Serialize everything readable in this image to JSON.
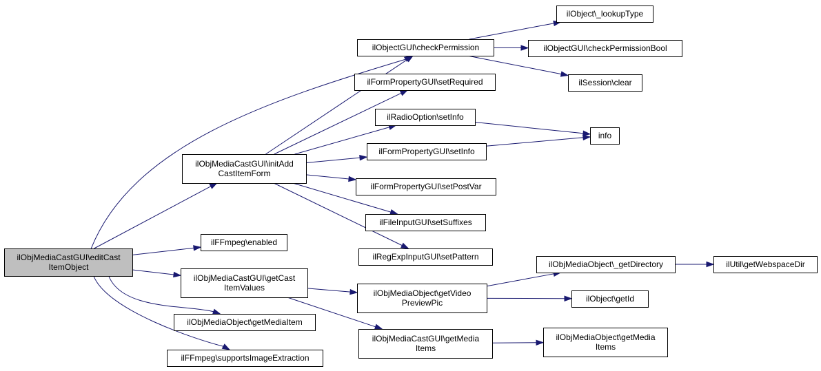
{
  "diagram": {
    "nodes": [
      {
        "id": "root",
        "lines": [
          "ilObjMediaCastGUI\\editCast",
          "ItemObject"
        ],
        "root": true
      },
      {
        "id": "initAdd",
        "lines": [
          "ilObjMediaCastGUI\\initAdd",
          "CastItemForm"
        ]
      },
      {
        "id": "ffEnabled",
        "lines": [
          "ilFFmpeg\\enabled"
        ]
      },
      {
        "id": "getCastItemValues",
        "lines": [
          "ilObjMediaCastGUI\\getCast",
          "ItemValues"
        ]
      },
      {
        "id": "getMediaItem",
        "lines": [
          "ilObjMediaObject\\getMediaItem"
        ]
      },
      {
        "id": "supportsImage",
        "lines": [
          "ilFFmpeg\\supportsImageExtraction"
        ]
      },
      {
        "id": "checkPermission",
        "lines": [
          "ilObjectGUI\\checkPermission"
        ]
      },
      {
        "id": "setRequired",
        "lines": [
          "ilFormPropertyGUI\\setRequired"
        ]
      },
      {
        "id": "radioSetInfo",
        "lines": [
          "ilRadioOption\\setInfo"
        ]
      },
      {
        "id": "formSetInfo",
        "lines": [
          "ilFormPropertyGUI\\setInfo"
        ]
      },
      {
        "id": "setPostVar",
        "lines": [
          "ilFormPropertyGUI\\setPostVar"
        ]
      },
      {
        "id": "setSuffixes",
        "lines": [
          "ilFileInputGUI\\setSuffixes"
        ]
      },
      {
        "id": "setPattern",
        "lines": [
          "ilRegExpInputGUI\\setPattern"
        ]
      },
      {
        "id": "lookupType",
        "lines": [
          "ilObject\\_lookupType"
        ]
      },
      {
        "id": "checkPermissionBool",
        "lines": [
          "ilObjectGUI\\checkPermissionBool"
        ]
      },
      {
        "id": "sessionClear",
        "lines": [
          "ilSession\\clear"
        ]
      },
      {
        "id": "info",
        "lines": [
          "info"
        ]
      },
      {
        "id": "getVideoPreviewPic",
        "lines": [
          "ilObjMediaObject\\getVideo",
          "PreviewPic"
        ]
      },
      {
        "id": "getMediaItemsCast",
        "lines": [
          "ilObjMediaCastGUI\\getMedia",
          "Items"
        ]
      },
      {
        "id": "getDirectory",
        "lines": [
          "ilObjMediaObject\\_getDirectory"
        ]
      },
      {
        "id": "getId",
        "lines": [
          "ilObject\\getId"
        ]
      },
      {
        "id": "getMediaItemsObj",
        "lines": [
          "ilObjMediaObject\\getMedia",
          "Items"
        ]
      },
      {
        "id": "getWebspaceDir",
        "lines": [
          "ilUtil\\getWebspaceDir"
        ]
      }
    ],
    "edges": [
      {
        "from": "root",
        "to": "checkPermission"
      },
      {
        "from": "root",
        "to": "initAdd"
      },
      {
        "from": "root",
        "to": "ffEnabled"
      },
      {
        "from": "root",
        "to": "getCastItemValues"
      },
      {
        "from": "root",
        "to": "getMediaItem"
      },
      {
        "from": "root",
        "to": "supportsImage"
      },
      {
        "from": "initAdd",
        "to": "checkPermission"
      },
      {
        "from": "initAdd",
        "to": "setRequired"
      },
      {
        "from": "initAdd",
        "to": "radioSetInfo"
      },
      {
        "from": "initAdd",
        "to": "formSetInfo"
      },
      {
        "from": "initAdd",
        "to": "setPostVar"
      },
      {
        "from": "initAdd",
        "to": "setSuffixes"
      },
      {
        "from": "initAdd",
        "to": "setPattern"
      },
      {
        "from": "checkPermission",
        "to": "lookupType"
      },
      {
        "from": "checkPermission",
        "to": "checkPermissionBool"
      },
      {
        "from": "checkPermission",
        "to": "sessionClear"
      },
      {
        "from": "radioSetInfo",
        "to": "info"
      },
      {
        "from": "formSetInfo",
        "to": "info"
      },
      {
        "from": "getCastItemValues",
        "to": "getVideoPreviewPic"
      },
      {
        "from": "getCastItemValues",
        "to": "getMediaItemsCast"
      },
      {
        "from": "getVideoPreviewPic",
        "to": "getDirectory"
      },
      {
        "from": "getVideoPreviewPic",
        "to": "getId"
      },
      {
        "from": "getDirectory",
        "to": "getWebspaceDir"
      },
      {
        "from": "getMediaItemsCast",
        "to": "getMediaItemsObj"
      }
    ]
  }
}
